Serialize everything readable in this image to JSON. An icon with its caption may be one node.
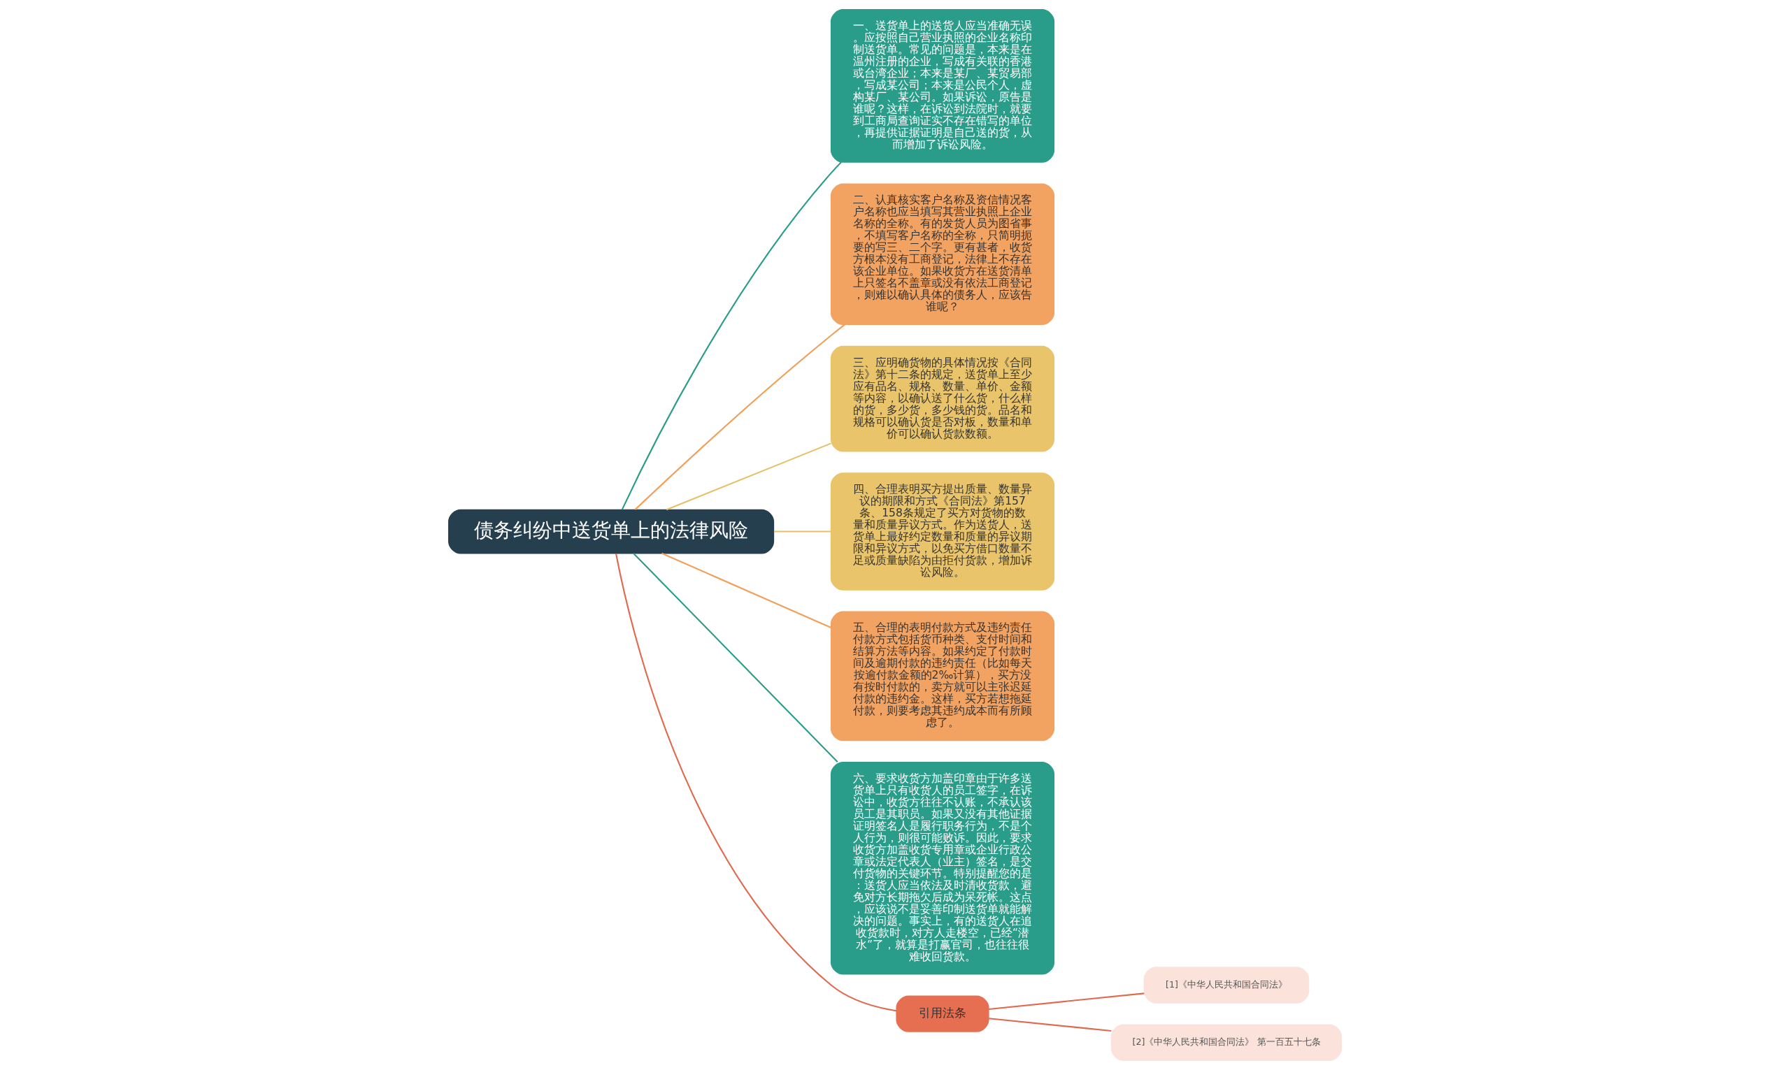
{
  "diagram": {
    "nodes": [
      {
        "text": [
          "债务纠纷中送货单上的法律风险"
        ]
      },
      {
        "text": [
          "一、送货单上的送货人应当准确无误。应按照自己营业执照的企业名称印制送货单。常见的问题是，本来是在温州注册的企业，写成有关联的香港或台湾企业；本来是某厂、某贸易部，写成某公司；本来是公民个人，虚构某厂、某公司。如果诉讼，原告是谁呢？这样，在诉讼到法院时，就要到工商局查询证实不存在错写的单位，再提供证据证明是自己送的货，从而增加了诉讼风险。"
        ]
      },
      {
        "text": [
          "二、认真核实客户名称及资信情况客户名称也应当填写其营业执照上企业名称的全称。有的发货人员为图省事，不填写客户名称的全称，只简明扼要的写三、二个字。更有甚者，收货方根本没有工商登记，法律上不存在该企业单位。如果收货方在送货清单上只签名不盖章或没有依法工商登记，则难以确认具体的债务人，应该告谁呢？"
        ]
      },
      {
        "text": [
          "三、应明确货物的具体情况按《合同法》第十二条的规定，送货单上至少应有品名、规格、数量、单价、金额等内容，以确认送了什么货，什么样的货，多少货，多少钱的货。品名和规格可以确认货是否对板，数量和单价可以确认货款数额。"
        ]
      },
      {
        "text": [
          "四、合理表明买方提出质量、数量异议的期限和方式《合同法》第157条、158条规定了买方对货物的数量和质量异议方式。作为送货人，送货单上最好约定数量和质量的异议期限和异议方式，以免买方借口数量不足或质量缺陷为由拒付货款，增加诉讼风险。"
        ]
      },
      {
        "text": [
          "五、合理的表明付款方式及违约责任付款方式包括货币种类、支付时间和结算方法等内容。如果约定了付款时间及逾期付款的违约责任（比如每天按逾付款金额的2‰计算），买方没有按时付款的，卖方就可以主张迟延付款的违约金。这样，买方若想拖延付款，则要考虑其违约成本而有所顾虑了。"
        ]
      },
      {
        "text": [
          "六、要求收货方加盖印章由于许多送货单上只有收货人的员工签字，在诉讼中，收货方往往不认账，不承认该员工是其职员。如果又没有其他证据证明签名人是履行职务行为，不是个人行为，则很可能败诉。因此，要求收货方加盖收货专用章或企业行政公章或法定代表人（业主）签名，是交付货物的关键环节。特别提醒您的是：送货人应当依法及时清收货款，避免对方长期拖欠后成为呆死帐。这点，应该说不是妥善印制送货单就能解决的问题。事实上，有的送货人在追收货款时，对方人走楼空，已经“潜水”了，就算是打赢官司，也往往很难收回货款。"
        ]
      },
      {
        "text": [
          "引用法条"
        ]
      },
      {
        "text": [
          "[1]《中华人民共和国合同法》"
        ]
      },
      {
        "text": [
          "[2]《中华人民共和国合同法》 第一百五十七条"
        ]
      }
    ],
    "edges": [
      {
        "from": 0,
        "to": 1,
        "arrow": "none",
        "color": "#2a9d8a"
      },
      {
        "from": 0,
        "to": 2,
        "arrow": "none",
        "color": "#f0a05a"
      },
      {
        "from": 0,
        "to": 3,
        "arrow": "none",
        "color": "#e5c066"
      },
      {
        "from": 0,
        "to": 4,
        "arrow": "none",
        "color": "#e5c066"
      },
      {
        "from": 0,
        "to": 5,
        "arrow": "none",
        "color": "#f0a05a"
      },
      {
        "from": 0,
        "to": 6,
        "arrow": "none",
        "color": "#2a9d8a"
      },
      {
        "from": 0,
        "to": 7,
        "arrow": "none",
        "color": "#e06a4e"
      },
      {
        "from": 7,
        "to": 8,
        "arrow": "none",
        "color": "#e06a4e"
      },
      {
        "from": 7,
        "to": 9,
        "arrow": "none",
        "color": "#e06a4e"
      }
    ]
  }
}
